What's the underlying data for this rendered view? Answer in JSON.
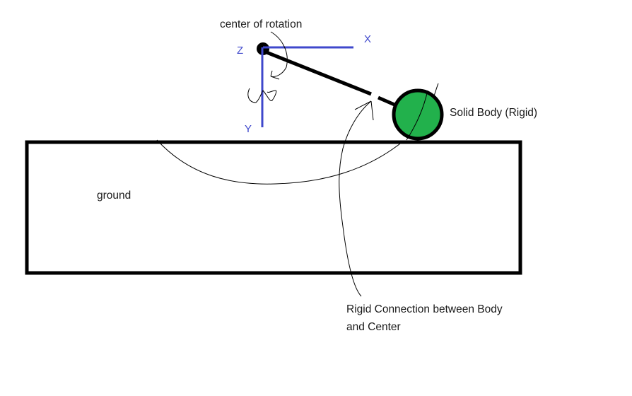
{
  "labels": {
    "center_of_rotation": "center of rotation",
    "solid_body": "Solid Body (Rigid)",
    "ground": "ground",
    "rigid_connection_line1": "Rigid Connection between Body",
    "rigid_connection_line2": "and Center"
  },
  "axes": {
    "x": "X",
    "y": "Y",
    "z": "Z"
  },
  "colors": {
    "axis": "#3f48cc",
    "body_fill": "#22b14c",
    "stroke": "#000000"
  }
}
